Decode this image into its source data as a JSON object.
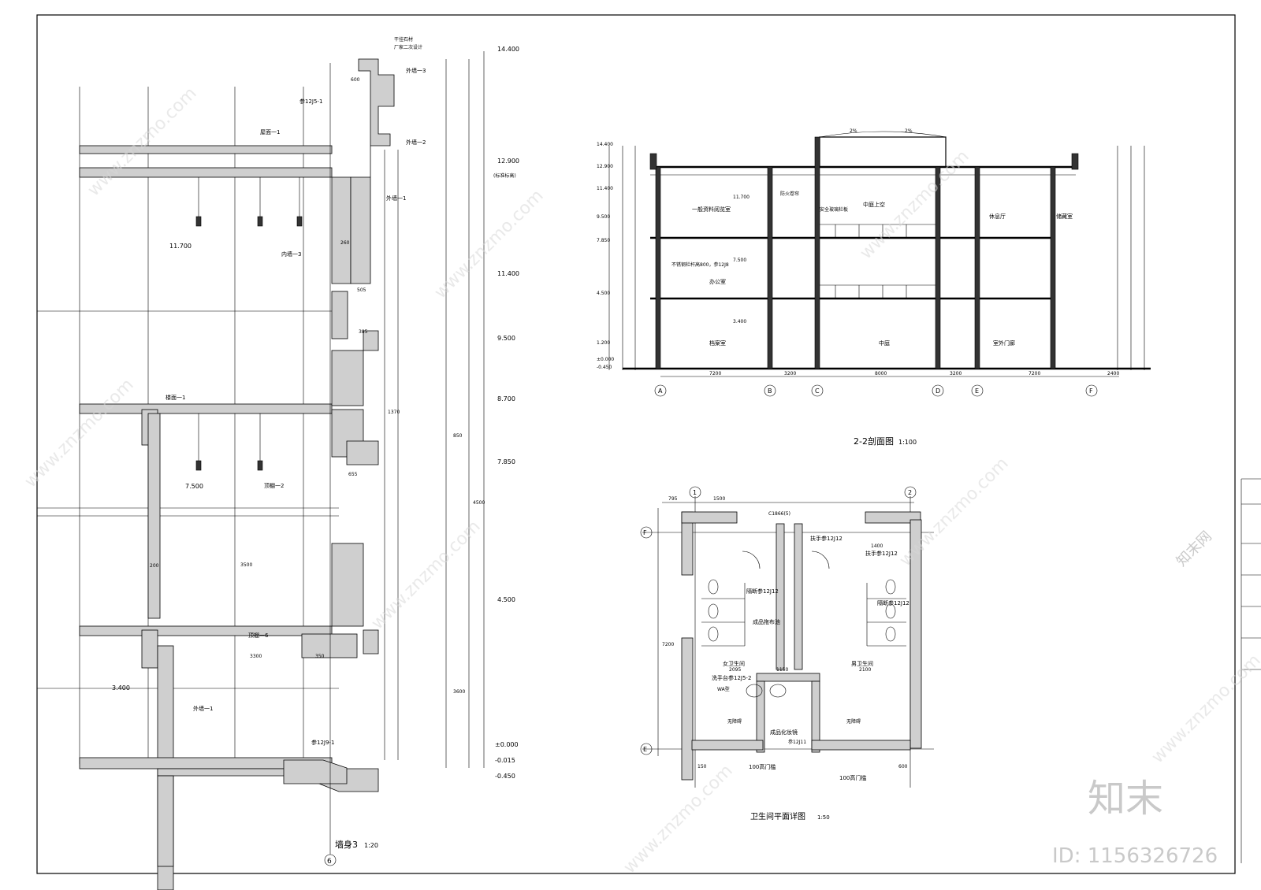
{
  "wall_section": {
    "title": "墙身3",
    "scale": "1:20",
    "axis": "6",
    "elevations": [
      "14.400",
      "12.900",
      "11.400",
      "9.500",
      "8.700",
      "7.850",
      "4.500",
      "±0.000",
      "-0.015",
      "-0.450"
    ],
    "elevation_note": "(标准标高)",
    "callouts": [
      "干挂石材",
      "厂家二次设计",
      "外墙一3",
      "外墙一2",
      "外墙一1",
      "内墙一3",
      "屋面一1",
      "楼面一1",
      "顶棚一2",
      "顶棚一6",
      "外墙一1"
    ],
    "floor_marks": [
      "11.700",
      "7.500",
      "3.400"
    ],
    "detail_refs": [
      "参12J5-1",
      "参12J9-1"
    ],
    "dims": [
      "600",
      "260",
      "505",
      "385",
      "655",
      "3300",
      "3500",
      "350",
      "200",
      "1370",
      "4500",
      "3600",
      "850"
    ]
  },
  "section_22": {
    "title": "2-2剖面图",
    "scale": "1:100",
    "axes": [
      "A",
      "B",
      "C",
      "D",
      "E",
      "F"
    ],
    "spans": [
      "7200",
      "3200",
      "8000",
      "3200",
      "7200",
      "2400"
    ],
    "rooms": [
      "一般资料阅览室",
      "办公室",
      "档案室",
      "中庭上空",
      "中庭",
      "休息厅",
      "储藏室",
      "室外门廊",
      "防火卷帘",
      "安全玻璃栏板"
    ],
    "levels": [
      "14.400",
      "12.900",
      "11.400",
      "9.500",
      "7.850",
      "4.500",
      "1.200",
      "±0.000",
      "-0.450"
    ],
    "marks": [
      "11.700",
      "7.500",
      "3.400"
    ],
    "railing_note": "不锈钢栏杆高800，参12J8",
    "slope": "2%"
  },
  "toilet_plan": {
    "title": "卫生间平面详图",
    "scale": "1:50",
    "axes_top": [
      "1",
      "2"
    ],
    "axes_side": [
      "F",
      "E"
    ],
    "rooms": [
      "女卫生间",
      "男卫生间"
    ],
    "labels": [
      "隔断参12J12",
      "成品拖布池",
      "洗手台参12J5-2",
      "扶手参12J12",
      "成品化妆镜",
      "无障碍",
      "100高门槛",
      "WA型",
      "C1866(5)"
    ],
    "refs": [
      "参12J11"
    ],
    "dims": [
      "795",
      "1500",
      "1400",
      "2095",
      "1150",
      "2100",
      "7200",
      "150",
      "600"
    ]
  },
  "watermark": {
    "site": "www.znzmo.com",
    "brand": "知末",
    "brand_small": "知末网",
    "id_text": "ID: 1156326726"
  }
}
